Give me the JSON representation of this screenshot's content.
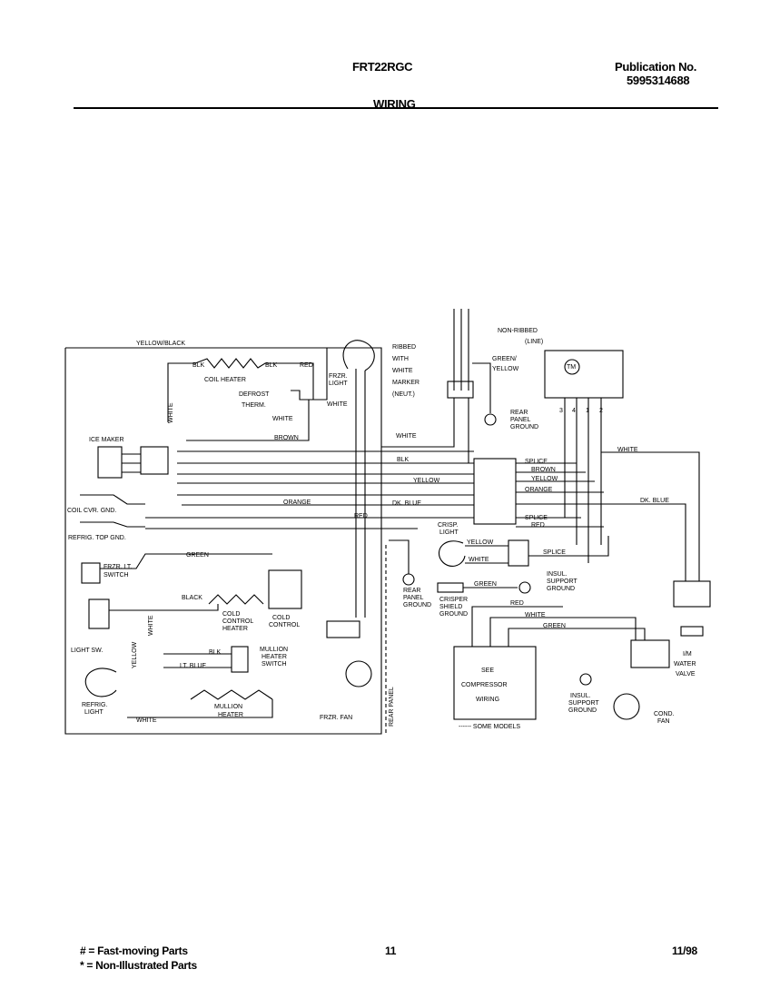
{
  "header": {
    "model": "FRT22RGC",
    "publication_label": "Publication No.",
    "publication_number": "5995314688",
    "section_title": "WIRING"
  },
  "diagram": {
    "wire_labels": {
      "yellow_black": "YELLOW/BLACK",
      "blk1": "BLK",
      "blk2": "BLK",
      "red1": "RED",
      "coil_heater": "COIL HEATER",
      "defrost_therm_1": "DEFROST",
      "defrost_therm_2": "THERM.",
      "white_top": "WHITE",
      "white_right_of_therm": "WHITE",
      "brown": "BROWN",
      "white_vertical": "WHITE",
      "frzr_light_1": "FRZR.",
      "frzr_light_2": "LIGHT",
      "ribbed_1": "RIBBED",
      "ribbed_2": "WITH",
      "ribbed_3": "WHITE",
      "ribbed_4": "MARKER",
      "ribbed_5": "(NEUT.)",
      "non_ribbed": "NON-RIBBED",
      "line": "(LINE)",
      "green_yellow_1": "GREEN/",
      "green_yellow_2": "YELLOW",
      "rear_panel_ground_1": "REAR",
      "rear_panel_ground_2": "PANEL",
      "rear_panel_ground_3": "GROUND",
      "white_mid": "WHITE",
      "blk_mid": "BLK",
      "yellow_mid": "YELLOW",
      "orange_mid": "ORANGE",
      "dk_blue_mid": "DK. BLUE",
      "red_mid": "RED",
      "splice_top": "SPLICE",
      "brown_right": "BROWN",
      "yellow_right": "YELLOW",
      "orange_right": "ORANGE",
      "splice_mid": "SPLICE",
      "red_right": "RED",
      "white_right": "WHITE",
      "dk_blue_right": "DK. BLUE",
      "terminal_3": "3",
      "terminal_4": "4",
      "terminal_1": "1",
      "terminal_2": "2",
      "tm": "TM",
      "ice_maker": "ICE MAKER",
      "coil_cvr_gnd": "COIL CVR. GND.",
      "refrig_top_gnd": "REFRIG. TOP GND.",
      "green_left": "GREEN",
      "frzr_lt_switch_1": "FRZR. LT.",
      "frzr_lt_switch_2": "SWITCH",
      "black_left": "BLACK",
      "cold_control_heater_1": "COLD",
      "cold_control_heater_2": "CONTROL",
      "cold_control_heater_3": "HEATER",
      "cold_control_1": "COLD",
      "cold_control_2": "CONTROL",
      "white_left_vert": "WHITE",
      "yellow_left_vert": "YELLOW",
      "light_sw": "LIGHT SW.",
      "blk_low": "BLK",
      "lt_blue": "LT. BLUE",
      "mullion_heater_switch_1": "MULLION",
      "mullion_heater_switch_2": "HEATER",
      "mullion_heater_switch_3": "SWITCH",
      "refrig_light_1": "REFRIG.",
      "refrig_light_2": "LIGHT",
      "white_bottom": "WHITE",
      "mullion_heater_1": "MULLION",
      "mullion_heater_2": "HEATER",
      "frzr_fan": "FRZR. FAN",
      "rear_panel_vert": "REAR PANEL",
      "rear_panel_ground_b1": "REAR",
      "rear_panel_ground_b2": "PANEL",
      "rear_panel_ground_b3": "GROUND",
      "crisp_light_1": "CRISP.",
      "crisp_light_2": "LIGHT",
      "yellow_crisp": "YELLOW",
      "white_crisp": "WHITE",
      "splice_low": "SPLICE",
      "green_crisp": "GREEN",
      "insul_support_ground_1": "INSUL.",
      "insul_support_ground_2": "SUPPORT",
      "insul_support_ground_3": "GROUND",
      "crisper_shield_ground_1": "CRISPER",
      "crisper_shield_ground_2": "SHIELD",
      "crisper_shield_ground_3": "GROUND",
      "red_low": "RED",
      "white_low": "WHITE",
      "green_low": "GREEN",
      "see_compressor_1": "SEE",
      "see_compressor_2": "COMPRESSOR",
      "see_compressor_3": "WIRING",
      "some_models": "------ SOME MODELS",
      "insul_support_ground_b1": "INSUL.",
      "insul_support_ground_b2": "SUPPORT",
      "insul_support_ground_b3": "GROUND",
      "cond_fan_1": "COND.",
      "cond_fan_2": "FAN",
      "im_water_valve_1": "I/M",
      "im_water_valve_2": "WATER",
      "im_water_valve_3": "VALVE"
    }
  },
  "footer": {
    "legend_fast": "# = Fast-moving Parts",
    "legend_non": "* = Non-Illustrated Parts",
    "page_number": "11",
    "date": "11/98"
  }
}
